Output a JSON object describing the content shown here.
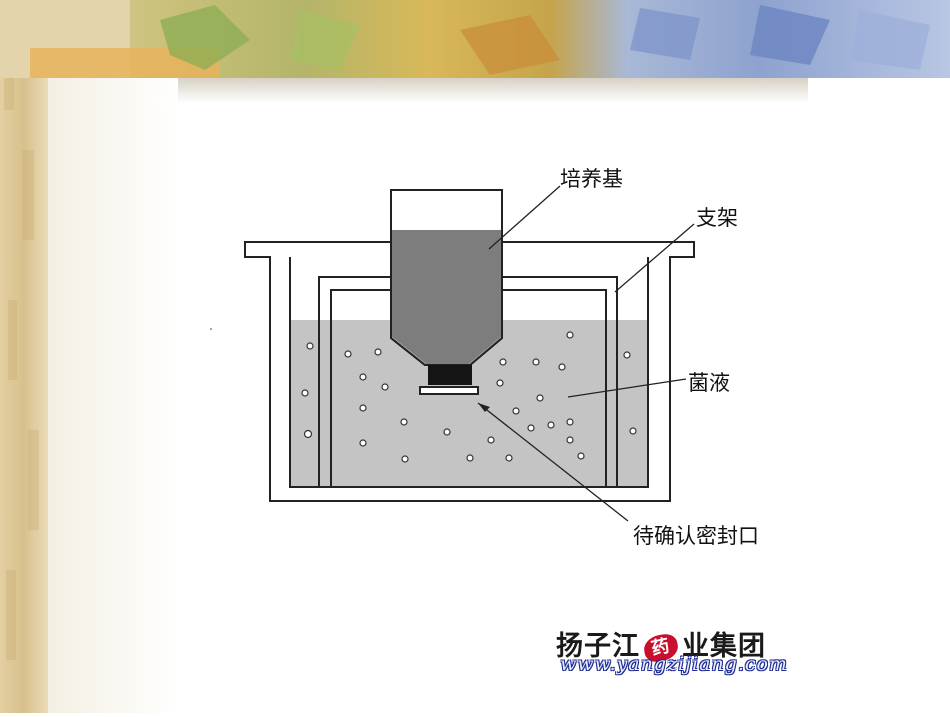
{
  "labels": {
    "medium": "培养基",
    "stand": "支架",
    "culture": "菌液",
    "seal": "待确认密封口"
  },
  "logo": {
    "left": "扬子江",
    "badge": "药",
    "right": "业集团",
    "url": "www.yangzijiang.com"
  },
  "colors": {
    "liquid": "#c4c4c4",
    "bottle_fill": "#7d7d7d",
    "cap": "#141414",
    "logo_red": "#c8102e",
    "logo_blue": "#1c2a90"
  }
}
